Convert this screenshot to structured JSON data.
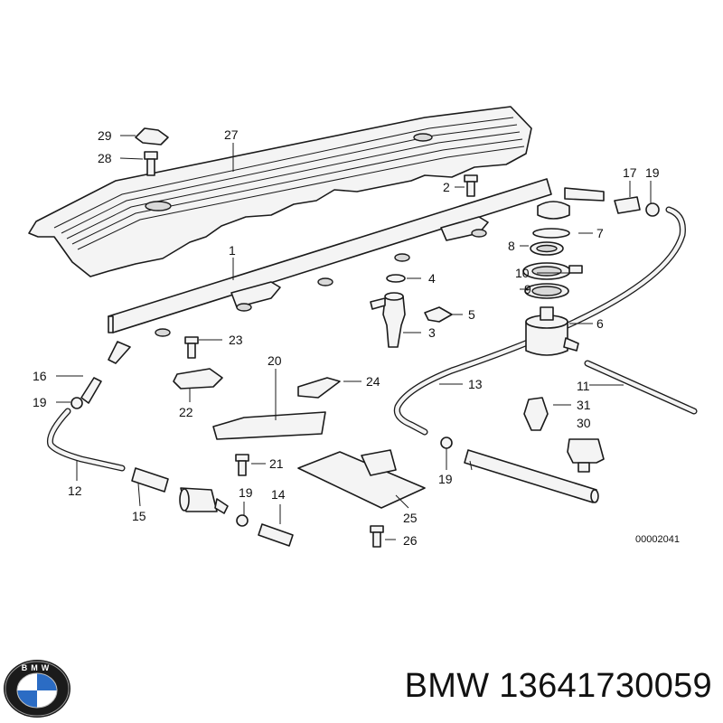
{
  "diagram": {
    "callouts": {
      "c1": "1",
      "c2": "2",
      "c3": "3",
      "c4": "4",
      "c5": "5",
      "c6": "6",
      "c7": "7",
      "c8": "8",
      "c9": "9",
      "c10": "10",
      "c11": "11",
      "c12": "12",
      "c13": "13",
      "c14": "14",
      "c15": "15",
      "c16": "16",
      "c17": "17",
      "c19a": "19",
      "c19b": "19",
      "c19c": "19",
      "c19d": "19",
      "c20": "20",
      "c21": "21",
      "c22": "22",
      "c23": "23",
      "c24": "24",
      "c25": "25",
      "c26": "26",
      "c27": "27",
      "c28": "28",
      "c29": "29",
      "c30": "30",
      "c31": "31"
    },
    "reference_code": "00002041"
  },
  "footer": {
    "brand_logo_text": "BMW",
    "caption": "BMW 13641730059"
  }
}
